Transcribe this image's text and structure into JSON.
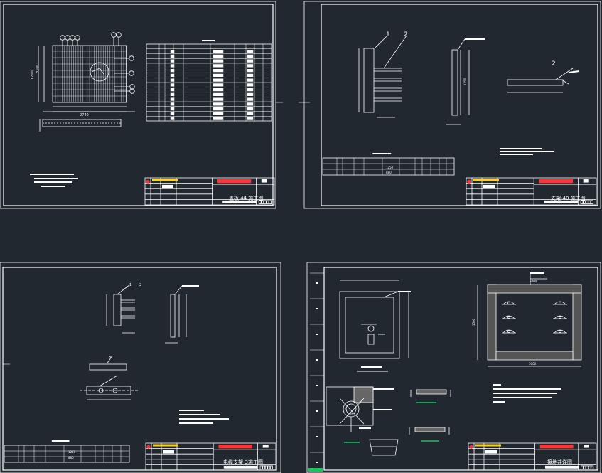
{
  "colors": {
    "background": "#212830",
    "line": "#ffffff",
    "title_red": "#ff3333",
    "title_yellow": "#ffd21e",
    "accent_green": "#19c45a"
  },
  "sheets": [
    {
      "id": "sheet-1",
      "title": "盖板 44 施工图",
      "dims": [
        "2740",
        "1200",
        "2000"
      ],
      "balloons": [
        "1",
        "2",
        "3",
        "4",
        "5",
        "6"
      ],
      "table_rows": 16
    },
    {
      "id": "sheet-2",
      "title": "支架-40 施工图",
      "labels": [
        "1",
        "2",
        "2"
      ],
      "dims": [
        "1250"
      ],
      "table_values": [
        "1250",
        "880"
      ]
    },
    {
      "id": "sheet-3",
      "title": "电缆支架-3施工图",
      "labels": [
        "1",
        "2",
        "3"
      ],
      "dims": [
        "1250",
        "880"
      ]
    },
    {
      "id": "sheet-4",
      "title": "接地井详图",
      "dims": [
        "5000",
        "1500",
        "5000"
      ]
    }
  ]
}
